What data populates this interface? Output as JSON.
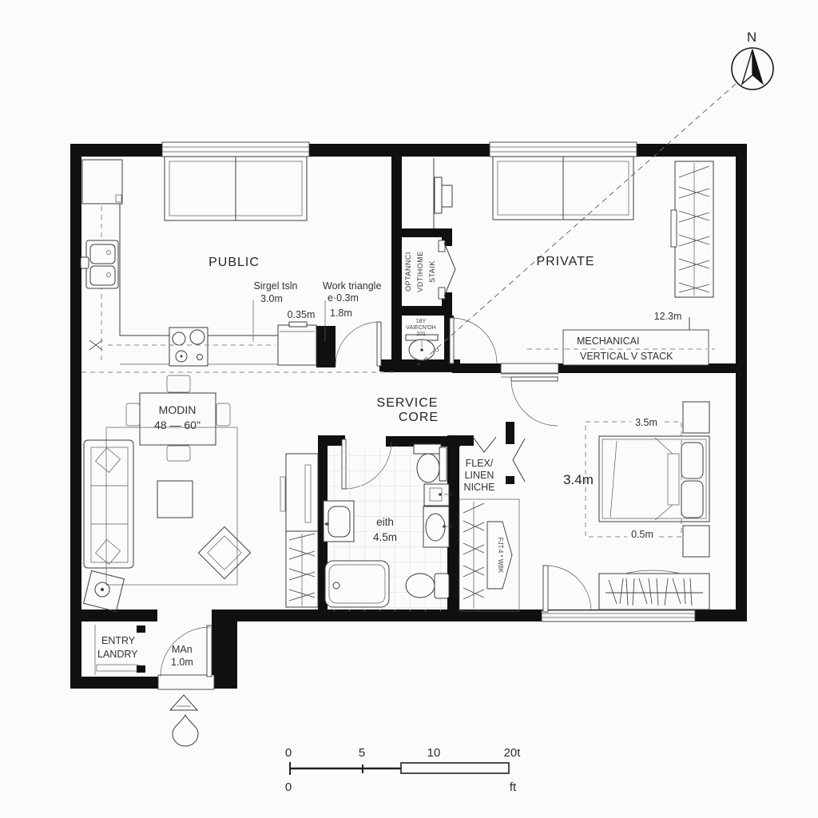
{
  "colors": {
    "paper": "#fbfbfa",
    "wall": "#101010",
    "line": "#3d3d3d",
    "dashed": "#6a6a6a",
    "tile": "#dadada",
    "text": "#2c2c2c"
  },
  "north": {
    "label": "N"
  },
  "rooms": {
    "public": "PUBLIC",
    "private": "PRIVATE",
    "service_core_1": "SERVICE",
    "service_core_2": "CORE",
    "entry_1": "ENTRY",
    "entry_2": "LANDRY",
    "flex_1": "FLEX/",
    "flex_2": "LINEN",
    "flex_3": "NICHE"
  },
  "kitchen": {
    "ann1_l1": "Sirgel tsln",
    "ann1_l2": "3.0m",
    "ann2": "0.35m",
    "ann3_l1": "Work triangle",
    "ann3_l2": "e·0.3m",
    "ann3_l3": "1.8m"
  },
  "dining": {
    "table_l1": "MODIN",
    "table_l2": "48 — 60\""
  },
  "private_room": {
    "dim": "12.3m",
    "mech_l1": "MECHANICAI",
    "mech_l2": "VERTICAL V STACK",
    "stack_l1": "OPTANNCI",
    "stack_l2": "VDTIHOME",
    "stack_l3": "STAIK"
  },
  "powder": {
    "l1": "18Y",
    "l2": "VAIECN'OH",
    "l3": "101"
  },
  "bath": {
    "l1": "eith",
    "l2": "4.5m"
  },
  "bedroom": {
    "dim_top": "3.5m",
    "dim_left": "3.4m",
    "dim_bottom": "0.5m",
    "closet_tag": "FJT.4 * W8K"
  },
  "entry": {
    "door_l1": "MAn",
    "door_l2": "1.0m"
  },
  "scale_bar": {
    "t0": "0",
    "t5": "5",
    "t10": "10",
    "t20": "20t",
    "b0": "0",
    "unit": "ft"
  }
}
